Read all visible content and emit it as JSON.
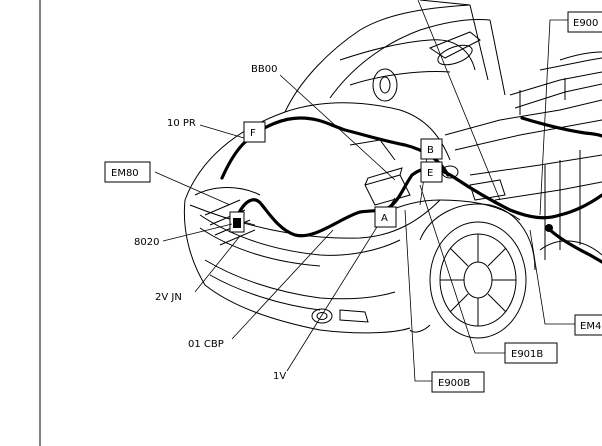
{
  "labels": {
    "bb00": "BB00",
    "pr10": "10 PR",
    "em80": "EM80",
    "c8020": "8020",
    "jn2v": "2V JN",
    "cbp01": "01 CBP",
    "v1": "1V",
    "e900": "E900",
    "em4": "EM4",
    "e901b": "E901B",
    "e900b": "E900B"
  },
  "markers": {
    "f": "F",
    "a": "A",
    "b": "B",
    "e": "E"
  }
}
